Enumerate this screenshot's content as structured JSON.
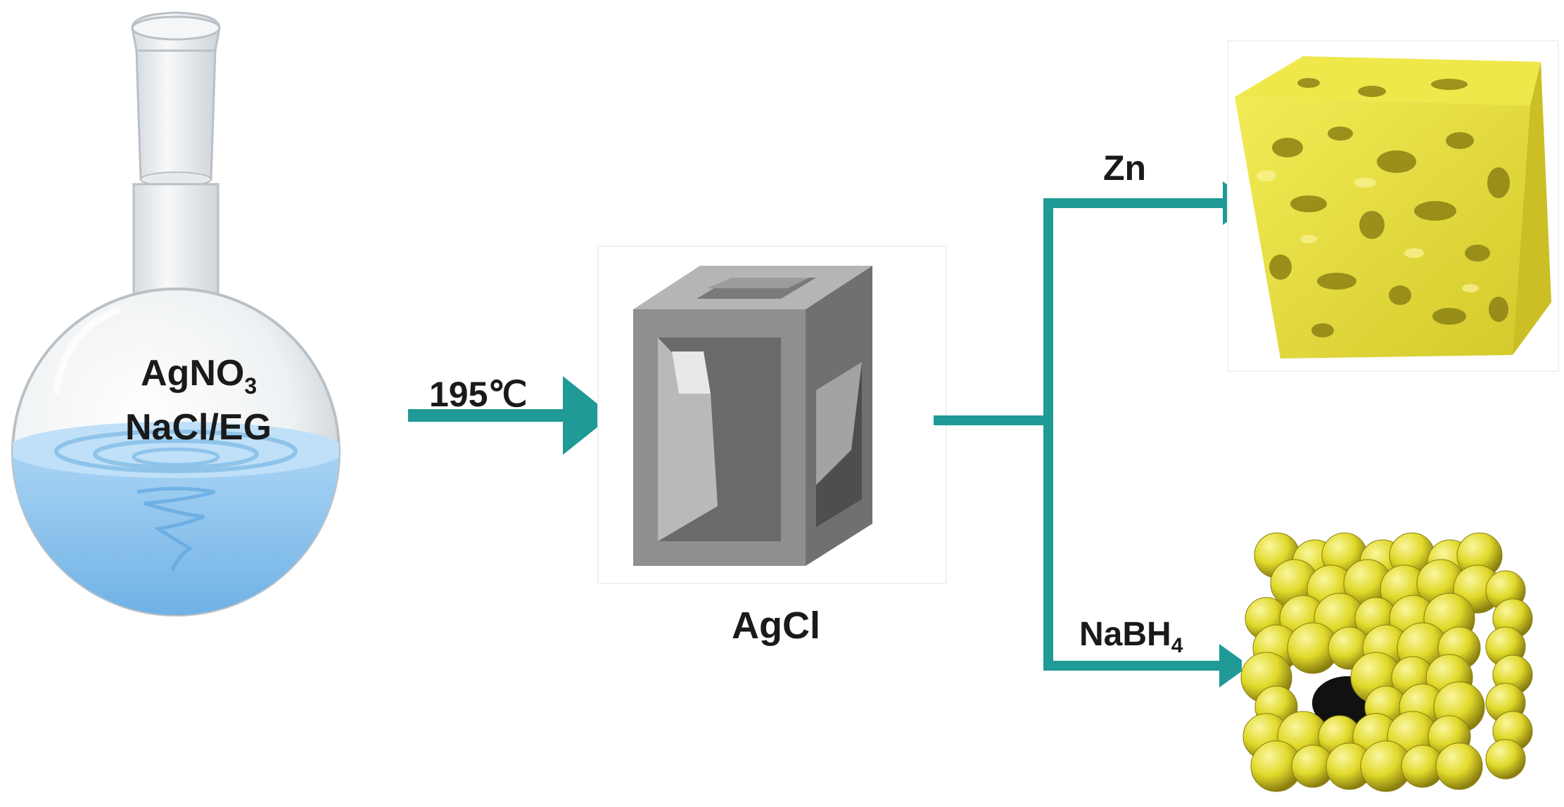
{
  "labels": {
    "reagent_agno3_base": "AgNO",
    "reagent_agno3_sub": "3",
    "reagent_nacl_eg": "NaCl/EG",
    "temperature": "195℃",
    "intermediate": "AgCl",
    "reducer_zn": "Zn",
    "reducer_nabh4_base": "NaBH",
    "reducer_nabh4_sub": "4"
  },
  "colors": {
    "arrow": "#1f9a96",
    "liquid": "#8ec5ef",
    "liquid_dark": "#5fa6e0",
    "glass": "#eef1f3",
    "cube_front": "#8e8e8e",
    "cube_top": "#b3b3b3",
    "cube_side": "#6f6f6f",
    "foam": "#e6e03a",
    "foam_dark": "#b7a91e",
    "sphere": "#e0d92a",
    "sphere_dark": "#8a7e10"
  },
  "icons": {
    "flask": "round-bottom-flask-icon",
    "agcl": "hollow-cube-icon",
    "porous": "porous-cube-icon",
    "spheres": "sphere-aggregate-cube-icon"
  }
}
